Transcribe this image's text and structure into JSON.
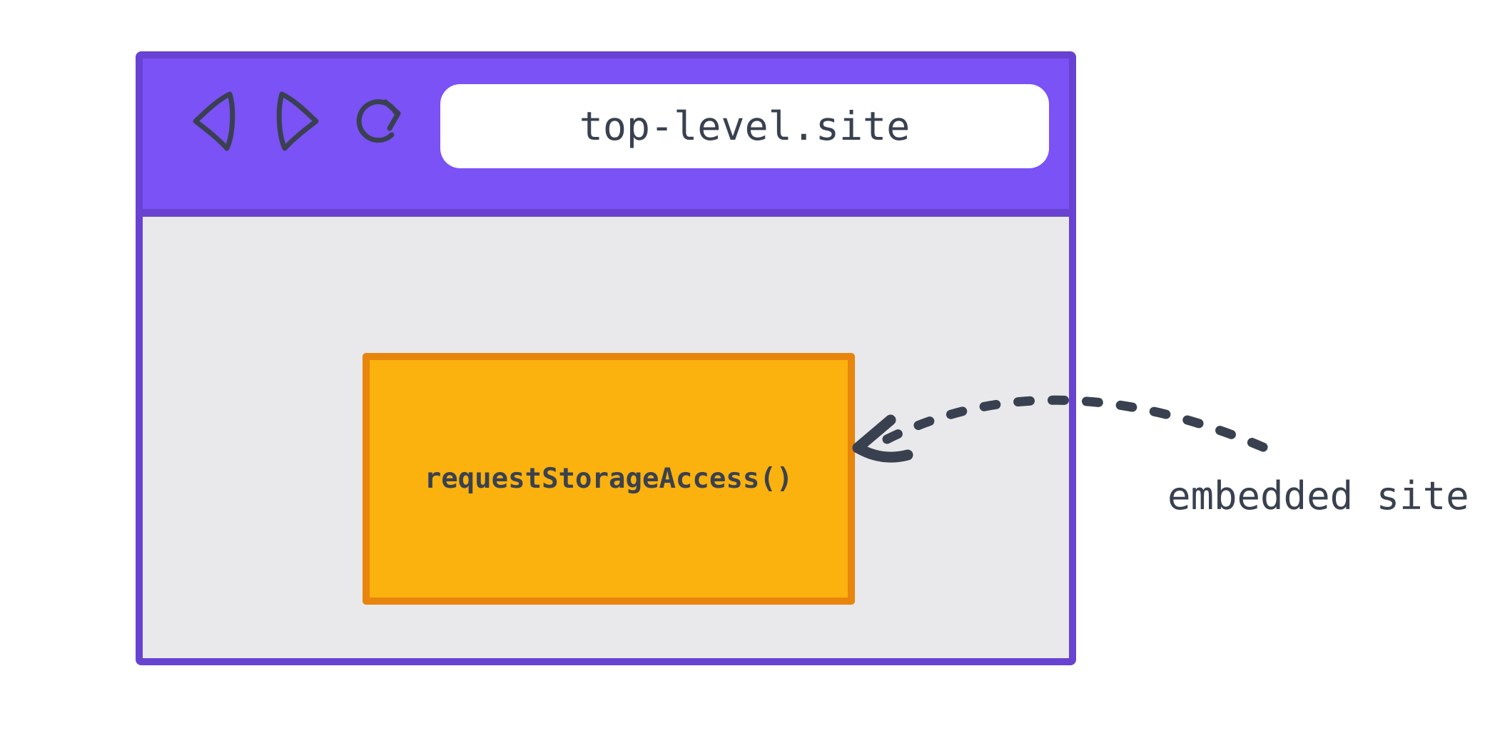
{
  "browser": {
    "url": "top-level.site",
    "toolbar": {
      "icons": [
        "back-icon",
        "forward-icon",
        "reload-icon"
      ]
    },
    "embed": {
      "label": "requestStorageAccess()"
    }
  },
  "annotation": {
    "label": "embedded site"
  },
  "colors": {
    "ink": "#394150",
    "header-purple": "#7B52F5",
    "border-purple": "#6843D2",
    "content-gray": "#E9E9EB",
    "orange-fill": "#FBB10E",
    "orange-border": "#E8850C",
    "urlbar-bg": "#FFFFFF",
    "page-bg": "#FFFFFF"
  }
}
